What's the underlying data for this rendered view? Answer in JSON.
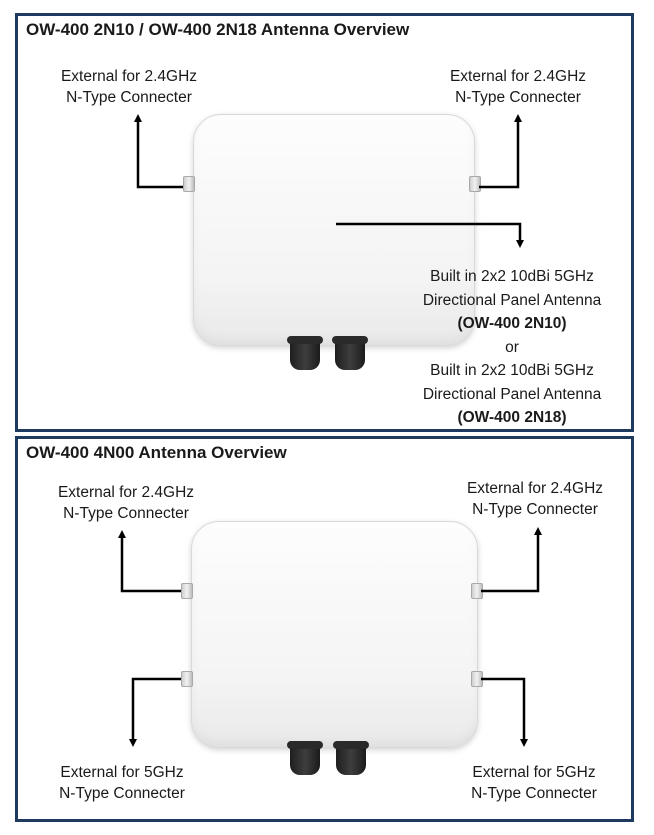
{
  "top_panel": {
    "title": "OW-400 2N10 / OW-400 2N18 Antenna Overview",
    "label_left": [
      "External for 2.4GHz",
      "N-Type Connecter"
    ],
    "label_right": [
      "External for 2.4GHz",
      "N-Type Connecter"
    ],
    "label_internal": {
      "line1": "Built in 2x2 10dBi 5GHz",
      "line2": "Directional Panel Antenna",
      "model1": "(OW-400 2N10)",
      "or": "or",
      "line4": "Built in 2x2 10dBi 5GHz",
      "line5": "Directional Panel Antenna",
      "model2": "(OW-400 2N18)"
    }
  },
  "bottom_panel": {
    "title": "OW-400 4N00 Antenna Overview",
    "label_top_left": [
      "External for 2.4GHz",
      "N-Type Connecter"
    ],
    "label_top_right": [
      "External for 2.4GHz",
      "N-Type Connecter"
    ],
    "label_bottom_left": [
      "External for 5GHz",
      "N-Type Connecter"
    ],
    "label_bottom_right": [
      "External for 5GHz",
      "N-Type Connecter"
    ]
  },
  "colors": {
    "border": "#1f3a5f",
    "arrow": "#000000"
  }
}
